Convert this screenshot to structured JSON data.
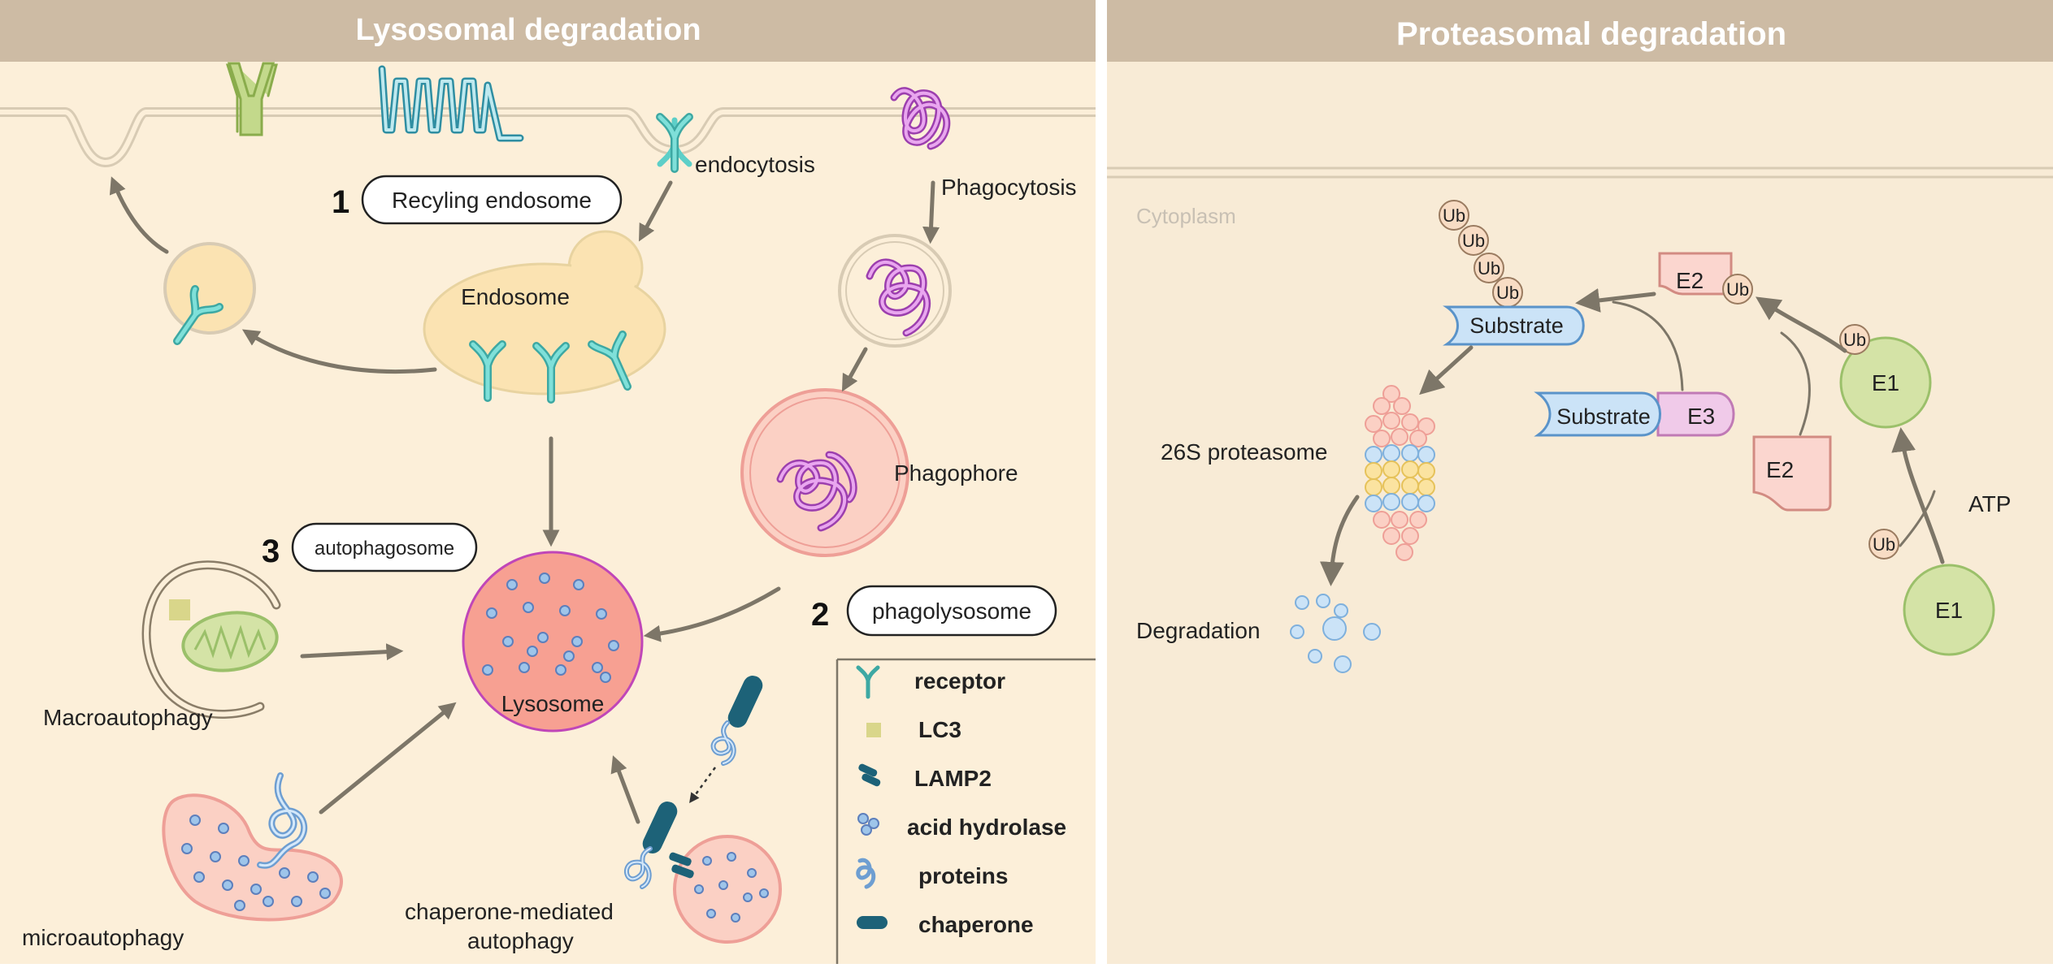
{
  "panels": {
    "left_title": "Lysosomal degradation",
    "right_title": "Proteasomal degradation"
  },
  "lysosomal": {
    "recycling": {
      "number": "1",
      "label": "Recyling endosome"
    },
    "endocytosis": "endocytosis",
    "phagocytosis": "Phagocytosis",
    "endosome": "Endosome",
    "phagophore": "Phagophore",
    "autophagosome": {
      "number": "3",
      "label": "autophagosome"
    },
    "phagolysosome": {
      "number": "2",
      "label": "phagolysosome"
    },
    "lysosome": "Lysosome",
    "macroautophagy": "Macroautophagy",
    "microautophagy": "microautophagy",
    "cma_line1": "chaperone-mediated",
    "cma_line2": "autophagy"
  },
  "legend": [
    {
      "icon": "receptor-icon",
      "label": "receptor"
    },
    {
      "icon": "lc3-icon",
      "label": "LC3"
    },
    {
      "icon": "lamp2-icon",
      "label": "LAMP2"
    },
    {
      "icon": "acid-hydrolase-icon",
      "label": "acid hydrolase"
    },
    {
      "icon": "proteins-icon",
      "label": "proteins"
    },
    {
      "icon": "chaperone-icon",
      "label": "chaperone"
    }
  ],
  "proteasomal": {
    "cytoplasm": "Cytoplasm",
    "ub": "Ub",
    "substrate": "Substrate",
    "e1": "E1",
    "e2": "E2",
    "e3": "E3",
    "atp": "ATP",
    "proteasome": "26S proteasome",
    "degradation": "Degradation"
  },
  "colors": {
    "header": "#cdbba4",
    "panel_bg": "#fcefd9",
    "arrow": "#7d7668",
    "receptor": "#5dcfc8",
    "lysosome": "#f7a092",
    "e1": "#d4e3a6",
    "e2": "#fbd6cf",
    "e3": "#f0cae9",
    "substrate": "#cbe3f7",
    "ub": "#f8dcc4"
  }
}
